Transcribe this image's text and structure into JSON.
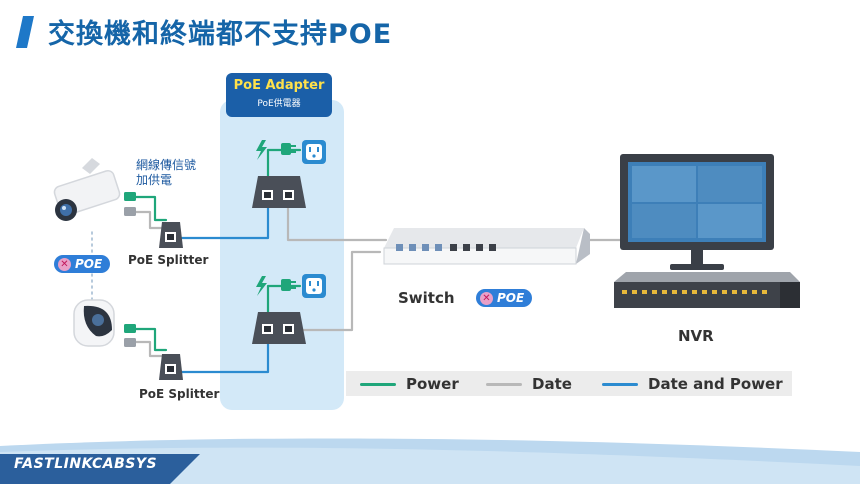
{
  "header": {
    "title": "交換機和終端都不支持POE"
  },
  "adapter": {
    "title": "PoE Adapter",
    "subtitle": "PoE供電器"
  },
  "labels": {
    "splitter_top": "PoE Splitter",
    "splitter_bottom": "PoE Splitter",
    "network_power_line1": "網線傳信號",
    "network_power_line2": "加供電",
    "switch": "Switch",
    "nvr": "NVR",
    "poe_badge_camera": "POE",
    "poe_badge_switch": "POE"
  },
  "legend": [
    {
      "label": "Power",
      "color": "#1fa67a"
    },
    {
      "label": "Date",
      "color": "#b8b8b8"
    },
    {
      "label": "Date and Power",
      "color": "#2b8bd0"
    }
  ],
  "footer": {
    "brand": "FASTLINKCABSYS"
  },
  "colors": {
    "brand_blue": "#1565a8",
    "power_line": "#1fa67a",
    "data_line": "#b8b8b8",
    "data_power_line": "#2b8bd0",
    "badge": "#2f7ed8"
  }
}
